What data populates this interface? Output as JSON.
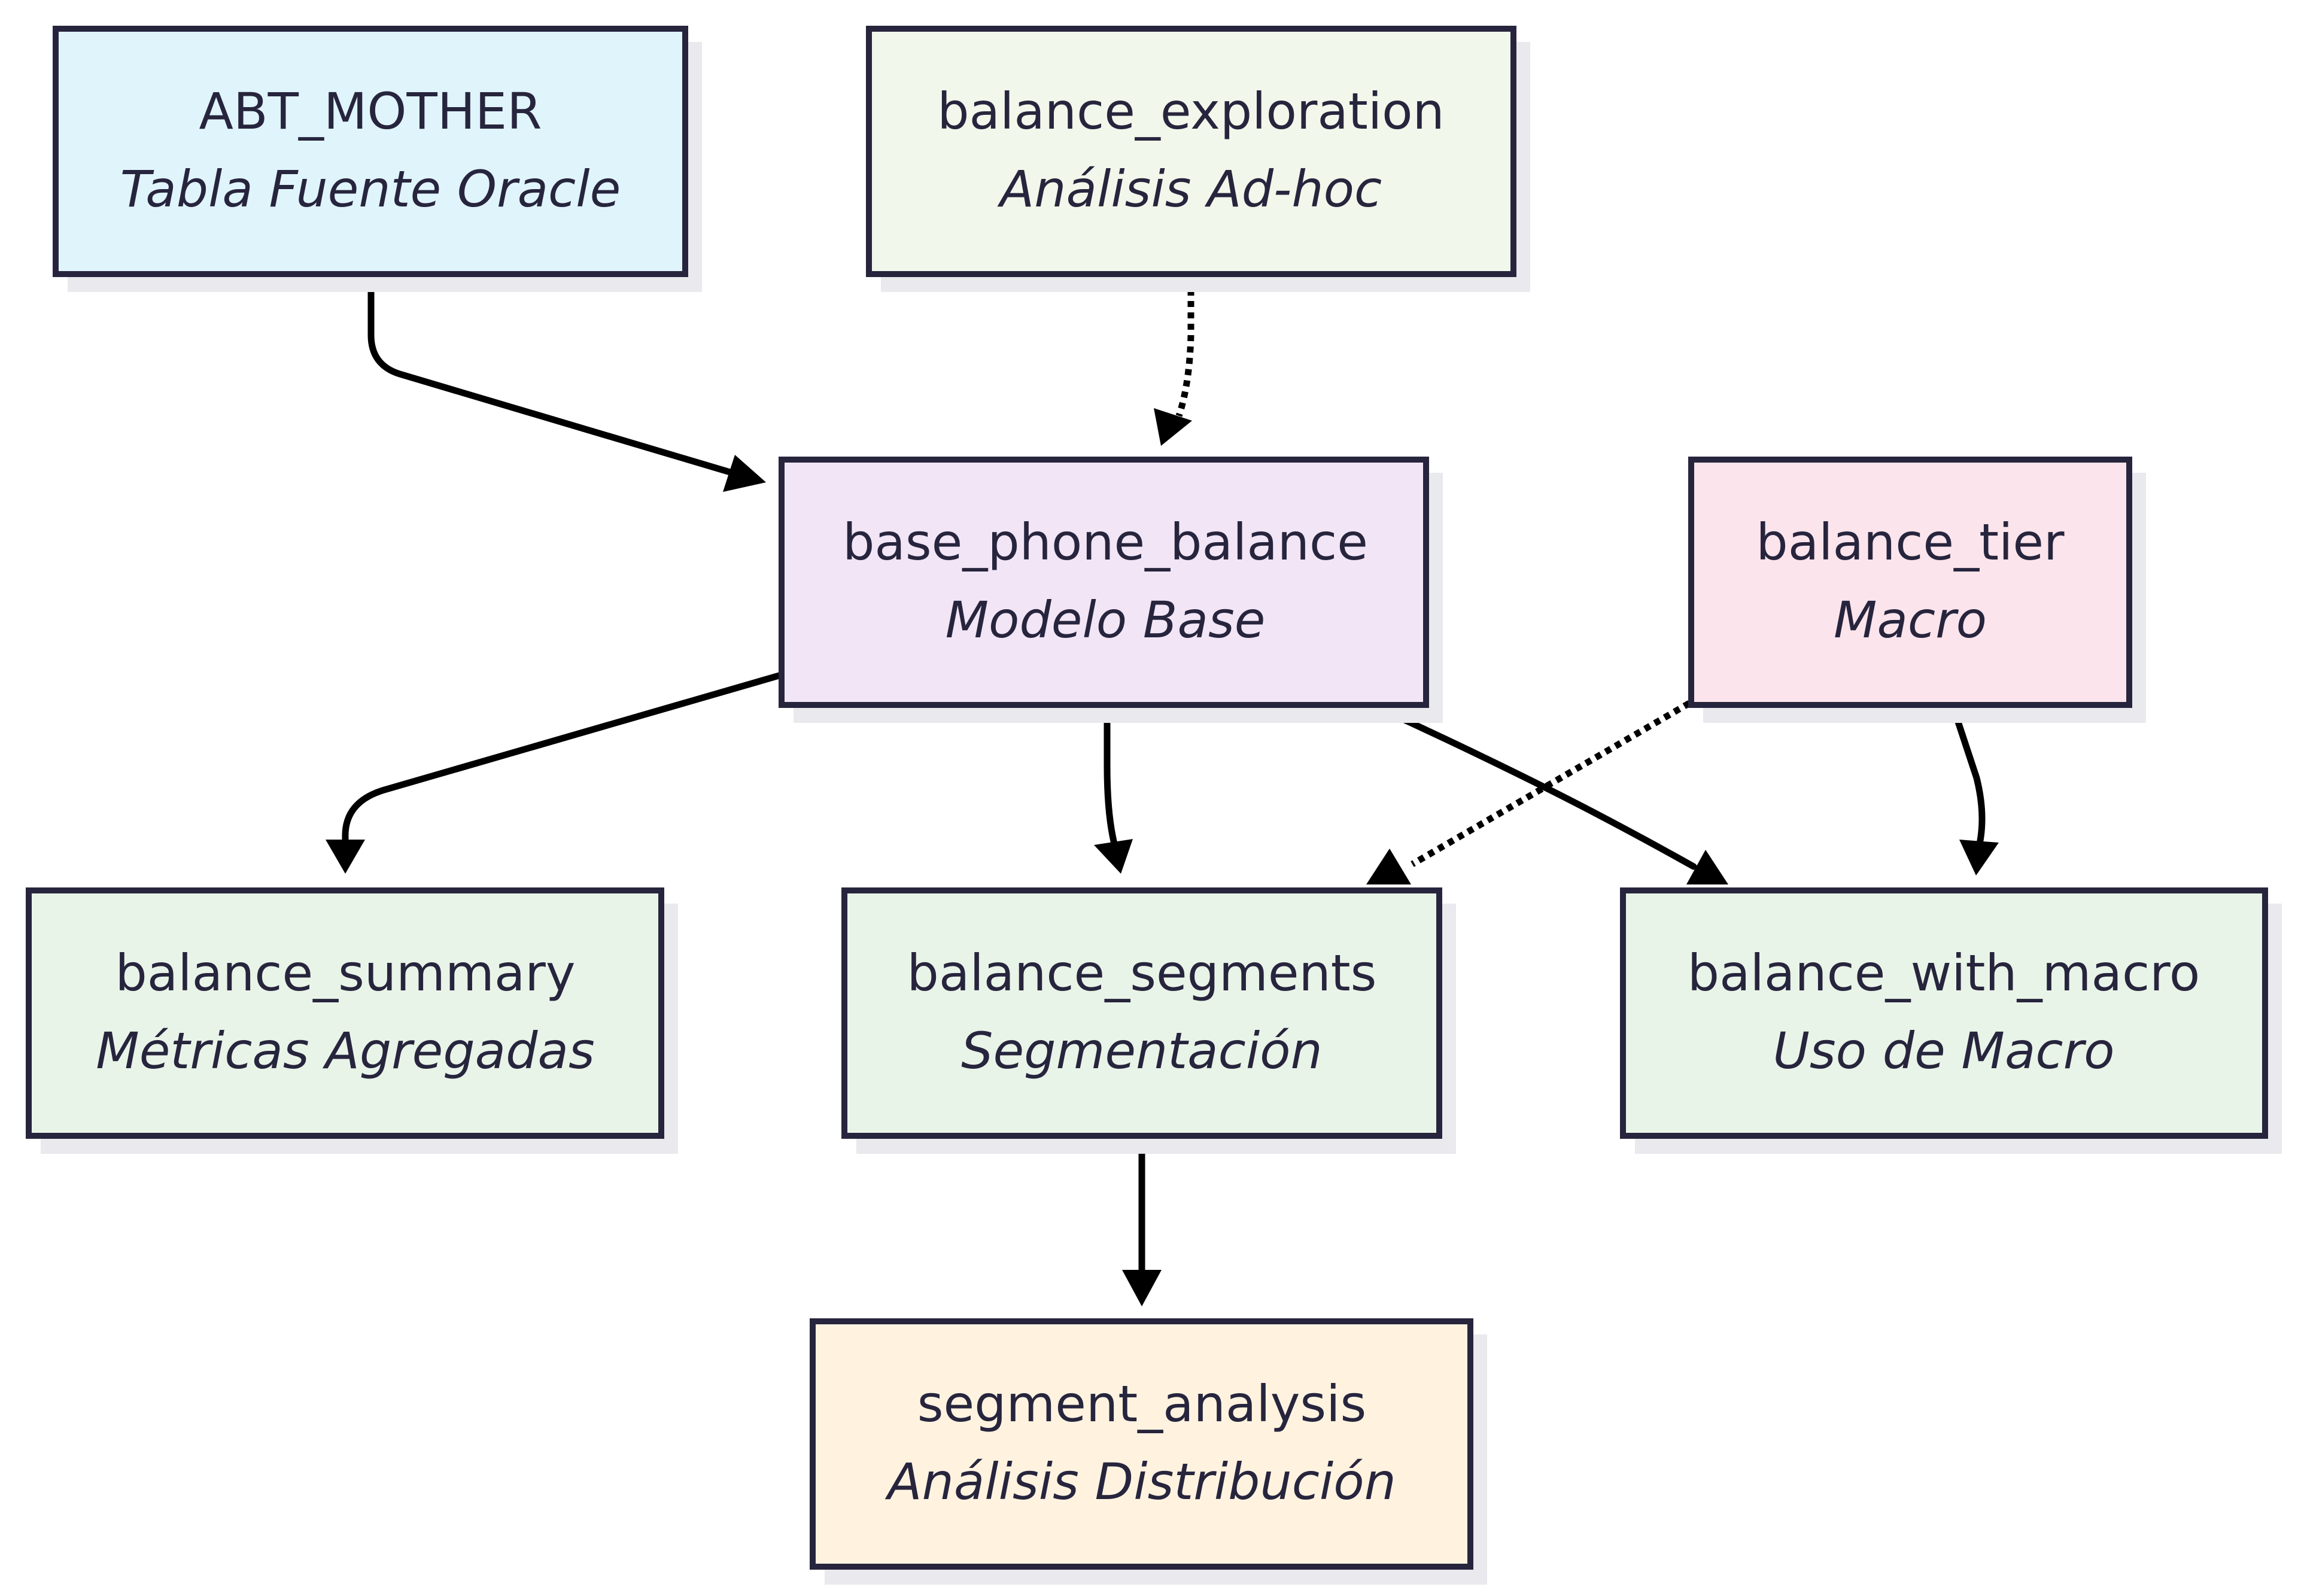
{
  "nodes": {
    "abt_mother": {
      "title": "ABT_MOTHER",
      "subtitle": "Tabla Fuente Oracle",
      "fill": "#e0f4fc"
    },
    "balance_exploration": {
      "title": "balance_exploration",
      "subtitle": "Análisis Ad-hoc",
      "fill": "#f1f7ea"
    },
    "base_phone_balance": {
      "title": "base_phone_balance",
      "subtitle": "Modelo Base",
      "fill": "#f2e5f6"
    },
    "balance_tier": {
      "title": "balance_tier",
      "subtitle": "Macro",
      "fill": "#fce4ec"
    },
    "balance_summary": {
      "title": "balance_summary",
      "subtitle": "Métricas Agregadas",
      "fill": "#e9f4e8"
    },
    "balance_segments": {
      "title": "balance_segments",
      "subtitle": "Segmentación",
      "fill": "#e9f4e8"
    },
    "balance_with_macro": {
      "title": "balance_with_macro",
      "subtitle": "Uso de Macro",
      "fill": "#e9f4e8"
    },
    "segment_analysis": {
      "title": "segment_analysis",
      "subtitle": "Análisis Distribución",
      "fill": "#fff3e0"
    }
  },
  "edges": [
    {
      "from": "ABT_MOTHER",
      "to": "base_phone_balance",
      "style": "solid"
    },
    {
      "from": "balance_exploration",
      "to": "base_phone_balance",
      "style": "dotted"
    },
    {
      "from": "base_phone_balance",
      "to": "balance_summary",
      "style": "solid"
    },
    {
      "from": "base_phone_balance",
      "to": "balance_segments",
      "style": "solid"
    },
    {
      "from": "base_phone_balance",
      "to": "balance_with_macro",
      "style": "solid"
    },
    {
      "from": "balance_tier",
      "to": "balance_segments",
      "style": "dotted"
    },
    {
      "from": "balance_tier",
      "to": "balance_with_macro",
      "style": "solid"
    },
    {
      "from": "balance_segments",
      "to": "segment_analysis",
      "style": "solid"
    }
  ],
  "colors": {
    "border": "#27253d",
    "text": "#27253d",
    "edge": "#000000",
    "shadow": "#e9e9ee"
  }
}
